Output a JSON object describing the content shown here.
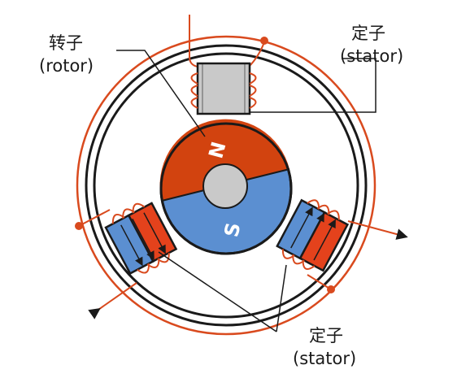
{
  "labels": {
    "rotor_cn": "转子",
    "rotor_en": "(rotor)",
    "stator_top_cn": "定子",
    "stator_top_en": "(stator)",
    "stator_bottom_cn": "定子",
    "stator_bottom_en": "(stator)"
  },
  "poles": {
    "north": "N",
    "south": "S"
  },
  "colors": {
    "wire": "#d94a1e",
    "north": "#d2430f",
    "south": "#5b8fd1",
    "core": "#c9c9c9",
    "outline": "#1a1a1a"
  }
}
